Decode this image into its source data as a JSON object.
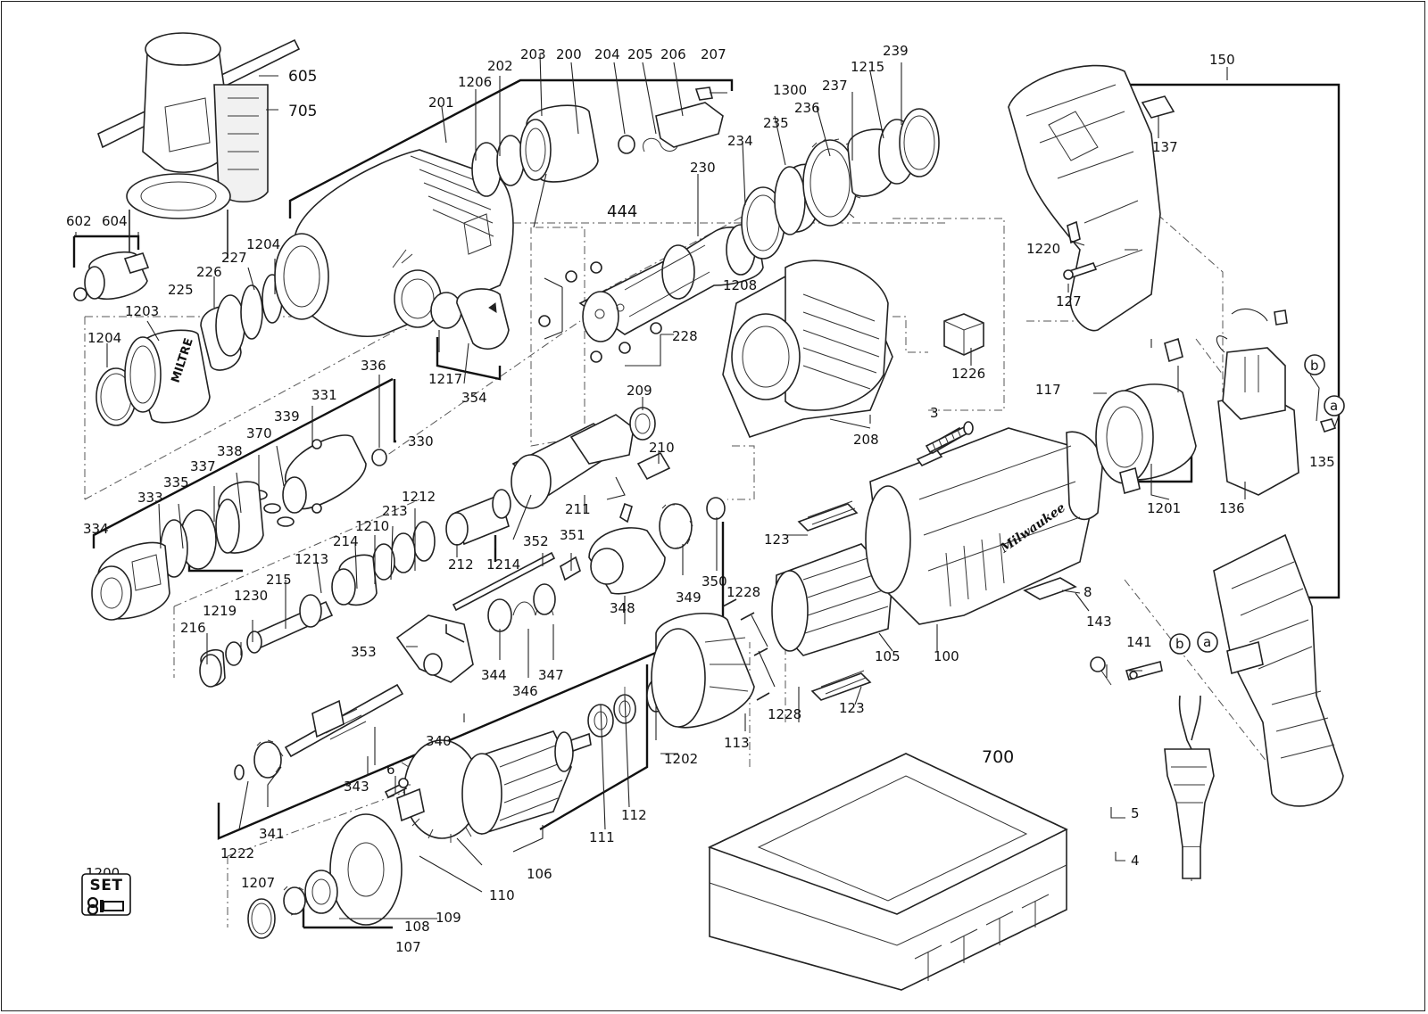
{
  "diagram": {
    "brand_mark": "Milwaukee",
    "set_badge": "SET",
    "part_numbers": [
      "605",
      "705",
      "602",
      "604",
      "1204",
      "1203",
      "225",
      "226",
      "227",
      "201",
      "1206",
      "202",
      "203",
      "200",
      "204",
      "205",
      "206",
      "207",
      "239",
      "1215",
      "237",
      "1300",
      "236",
      "235",
      "234",
      "230",
      "444",
      "1217",
      "354",
      "228",
      "1208",
      "1226",
      "336",
      "331",
      "339",
      "370",
      "338",
      "337",
      "335",
      "333",
      "334",
      "330",
      "209",
      "210",
      "211",
      "212",
      "1214",
      "1212",
      "213",
      "1210",
      "214",
      "1213",
      "215",
      "1230",
      "1219",
      "216",
      "352",
      "351",
      "349",
      "350",
      "353",
      "348",
      "347",
      "346",
      "344",
      "340",
      "343",
      "341",
      "1222",
      "6",
      "109",
      "110",
      "106",
      "108",
      "107",
      "1207",
      "111",
      "112",
      "1202",
      "113",
      "1228",
      "123",
      "105",
      "100",
      "8",
      "700",
      "3",
      "208",
      "117",
      "1201",
      "136",
      "135",
      "150",
      "137",
      "1220",
      "127",
      "143",
      "141",
      "5",
      "4",
      "a",
      "b",
      "1200"
    ]
  }
}
